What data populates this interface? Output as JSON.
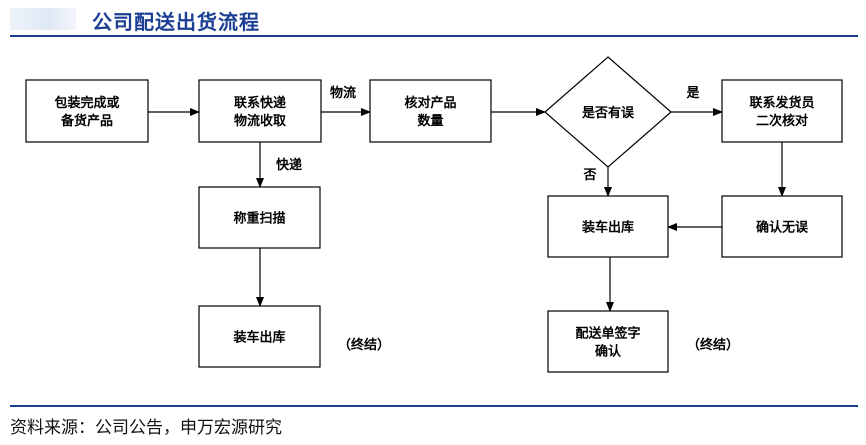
{
  "header": {
    "title": "公司配送出货流程"
  },
  "nodes": [
    {
      "id": "pack",
      "lines": [
        "包装完成或",
        "备货产品"
      ]
    },
    {
      "id": "contact_courier",
      "lines": [
        "联系快递",
        "物流收取"
      ]
    },
    {
      "id": "verify",
      "lines": [
        "核对产品",
        "数量"
      ]
    },
    {
      "id": "check",
      "lines": [
        "是否有误"
      ]
    },
    {
      "id": "recheck",
      "lines": [
        "联系发货员",
        "二次核对"
      ]
    },
    {
      "id": "confirm",
      "lines": [
        "确认无误"
      ]
    },
    {
      "id": "load_right",
      "lines": [
        "装车出库"
      ]
    },
    {
      "id": "sign",
      "lines": [
        "配送单签字",
        "确认"
      ]
    },
    {
      "id": "weigh",
      "lines": [
        "称重扫描"
      ]
    },
    {
      "id": "load_left",
      "lines": [
        "装车出库"
      ]
    }
  ],
  "edges": [
    {
      "from": "pack",
      "to": "contact_courier",
      "label": ""
    },
    {
      "from": "contact_courier",
      "to": "verify",
      "label": "物流"
    },
    {
      "from": "contact_courier",
      "to": "weigh",
      "label": "快递"
    },
    {
      "from": "verify",
      "to": "check",
      "label": ""
    },
    {
      "from": "check",
      "to": "recheck",
      "label": "是"
    },
    {
      "from": "check",
      "to": "load_right",
      "label": "否"
    },
    {
      "from": "recheck",
      "to": "confirm",
      "label": ""
    },
    {
      "from": "confirm",
      "to": "load_right",
      "label": ""
    },
    {
      "from": "load_right",
      "to": "sign",
      "label": ""
    },
    {
      "from": "weigh",
      "to": "load_left",
      "label": ""
    }
  ],
  "end_labels": [
    "（终结）",
    "（终结）"
  ],
  "footer": {
    "source": "资料来源：公司公告，申万宏源研究"
  }
}
